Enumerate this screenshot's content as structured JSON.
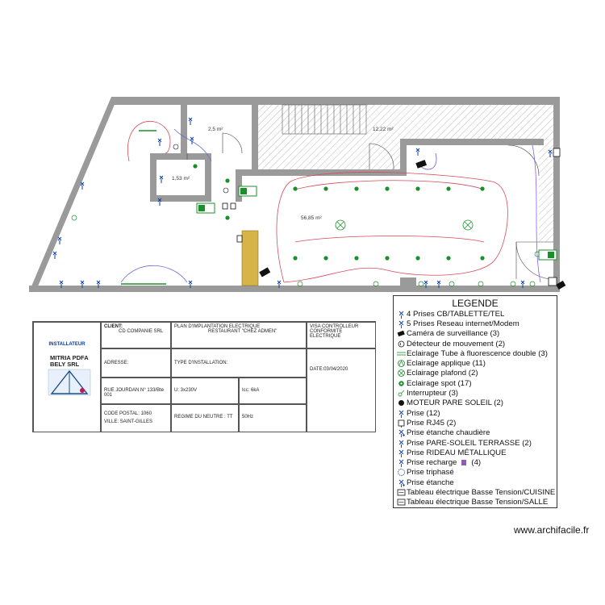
{
  "plan": {
    "areas": [
      "2,5 m²",
      "1,53 m²",
      "12,22 m²",
      "56,85 m²"
    ]
  },
  "legend": {
    "title": "LEGENDE",
    "items": [
      {
        "icon": "data-socket-icon",
        "label": "4 Prises CB/TABLETTE/TEL",
        "color": "#0b3ea8"
      },
      {
        "icon": "network-socket-icon",
        "label": "5 Prises Reseau internet/Modem",
        "color": "#0b3ea8"
      },
      {
        "icon": "camera-icon",
        "label": "Caméra de surveillance (3)",
        "color": "#111111"
      },
      {
        "icon": "motion-detector-icon",
        "label": "Détecteur de mouvement (2)",
        "color": "#111111"
      },
      {
        "icon": "fluorescent-tube-icon",
        "label": "Eclairage Tube à fluorescence double (3)",
        "color": "#1a8f2a"
      },
      {
        "icon": "wall-light-icon",
        "label": "Eclairage applique (11)",
        "color": "#1a8f2a"
      },
      {
        "icon": "ceiling-light-icon",
        "label": "Eclairage plafond (2)",
        "color": "#1a8f2a"
      },
      {
        "icon": "spot-light-icon",
        "label": "Eclairage spot (17)",
        "color": "#1a8f2a"
      },
      {
        "icon": "switch-icon",
        "label": "Interrupteur (3)",
        "color": "#1a8f2a"
      },
      {
        "icon": "motor-icon",
        "label": "MOTEUR PARE SOLEIL (2)",
        "color": "#111111"
      },
      {
        "icon": "socket-icon",
        "label": "Prise (12)",
        "color": "#0b3ea8"
      },
      {
        "icon": "rj45-icon",
        "label": "Prise  RJ45 (2)",
        "color": "#111111"
      },
      {
        "icon": "waterproof-socket-icon",
        "label": "Prise  étanche chaudière",
        "color": "#0b3ea8"
      },
      {
        "icon": "socket-icon",
        "label": "Prise PARE-SOLEIL TERRASSE (2)",
        "color": "#0b3ea8"
      },
      {
        "icon": "socket-icon",
        "label": "Prise RIDEAU MÉTALLIQUE",
        "color": "#0b3ea8"
      },
      {
        "icon": "charging-socket-icon",
        "label": "Prise recharge",
        "suffix": "(4)",
        "color": "#0b3ea8"
      },
      {
        "icon": "three-phase-socket-icon",
        "label": "Prise triphasé",
        "color": "#0b3ea8"
      },
      {
        "icon": "waterproof-socket-icon",
        "label": "Prise étanche",
        "color": "#0b3ea8"
      },
      {
        "icon": "panel-kitchen-icon",
        "label": "Tableau électrique Basse Tension/CUISINE",
        "color": "#111111"
      },
      {
        "icon": "panel-room-icon",
        "label": "Tableau électrique Basse Tension/SALLE",
        "color": "#111111"
      }
    ]
  },
  "cartouche": {
    "installer": "INSTALLATEUR",
    "logo_line1": "MITRIA PDFA",
    "logo_line2": "BELY SRL",
    "client_label": "CLIENT:",
    "client_value": "CD COMPANIE SRL",
    "plan_title": "PLAN D'IMPLANTATION ELECTRIQUE",
    "plan_subtitle": "RESTAURANT \"CHEZ ADMEN\"",
    "visa": "VISA CONTROLLEUR CONFORMITE ELECTRIQUE",
    "address_label": "ADRESSE:",
    "install_type": "TYPE D'INSTALLATION:",
    "date": "DATE:03/04/2020",
    "street": "RUE JOURDAN N° 133/Bte 001",
    "voltage": "U: 3x230V",
    "icc": "Icc: 6kA",
    "postal": "CODE POSTAL: 1060",
    "city": "VILLE: SAINT-GILLES",
    "neutral": "REGIME DU NEUTRE : TT",
    "frequency": "50Hz"
  },
  "watermark": "www.archifacile.fr"
}
